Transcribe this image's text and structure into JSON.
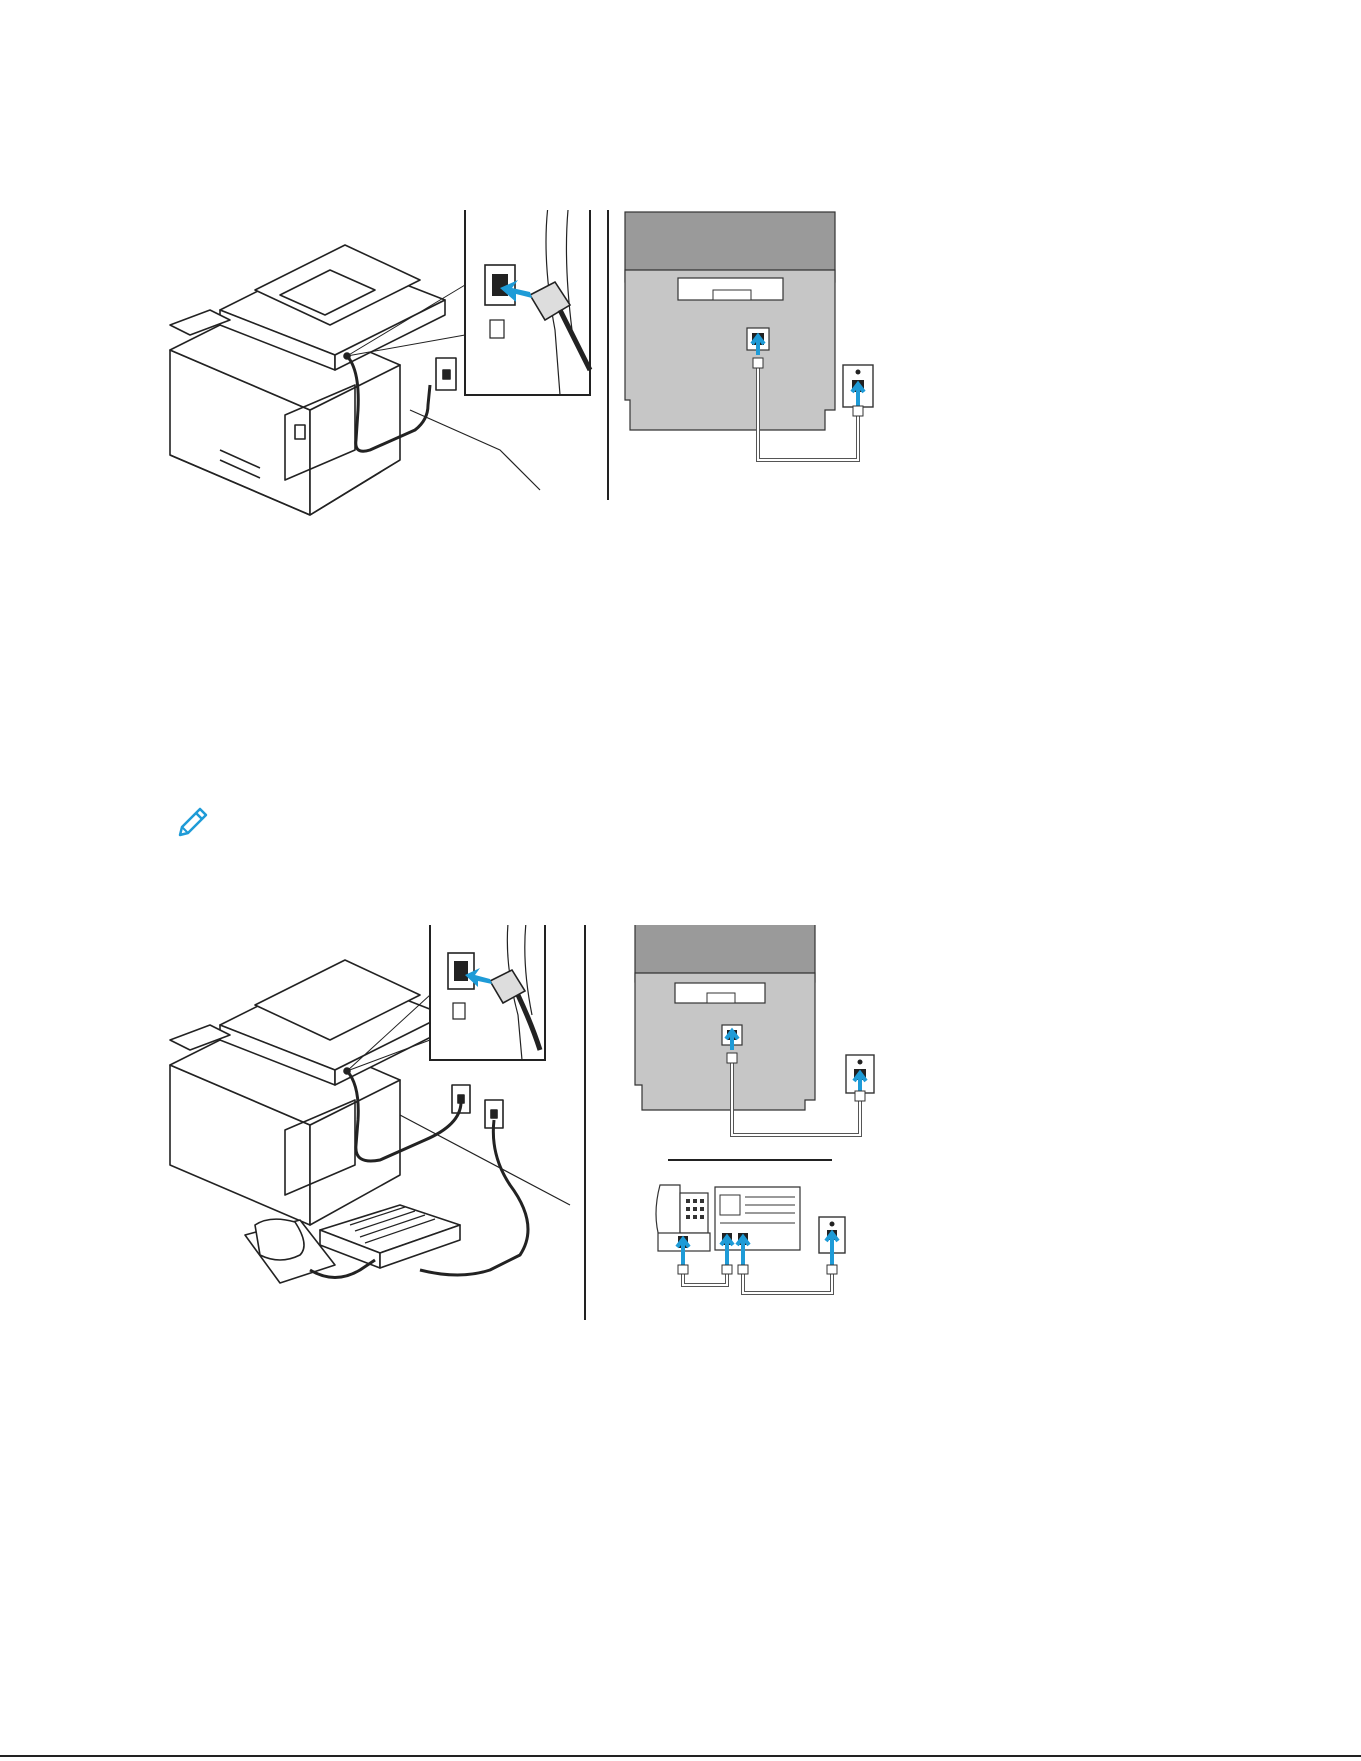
{
  "page": {
    "figures": [
      {
        "id": "figure-1",
        "panels": [
          "printer-rear-isometric",
          "printer-rear-schematic"
        ]
      },
      {
        "id": "figure-2",
        "panels": [
          "printer-answering-machine-isometric",
          "printer-answering-machine-schematic"
        ]
      }
    ],
    "note_icon": "pencil-note-icon"
  },
  "colors": {
    "accent_blue": "#1E9BD7",
    "device_gray": "#c6c6c6",
    "device_dark": "#9a9a9a",
    "line": "#222222"
  }
}
